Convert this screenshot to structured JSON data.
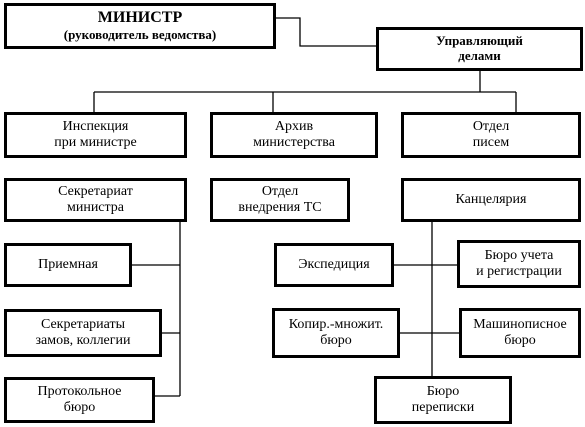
{
  "org_chart": {
    "minister": {
      "line1": "МИНИСТР",
      "line2": "(руководитель ведомства)"
    },
    "manager": {
      "line1": "Управляющий",
      "line2": "делами"
    },
    "inspection": {
      "line1": "Инспекция",
      "line2": "при министре"
    },
    "archive": {
      "line1": "Архив",
      "line2": "министерства"
    },
    "letters_dept": {
      "line1": "Отдел",
      "line2": "писем"
    },
    "secretariat": {
      "line1": "Секретариат",
      "line2": "министра"
    },
    "tc_dept": {
      "line1": "Отдел",
      "line2": "внедрения ТС"
    },
    "chancellery": {
      "line1": "Канцелярия"
    },
    "reception": {
      "line1": "Приемная"
    },
    "deputies_secretariats": {
      "line1": "Секретариаты",
      "line2": "замов, коллегии"
    },
    "protocol_bureau": {
      "line1": "Протокольное",
      "line2": "бюро"
    },
    "expedition": {
      "line1": "Экспедиция"
    },
    "registration_bureau": {
      "line1": "Бюро учета",
      "line2": "и регистрации"
    },
    "copy_bureau": {
      "line1": "Копир.-множит.",
      "line2": "бюро"
    },
    "typing_bureau": {
      "line1": "Машинописное",
      "line2": "бюро"
    },
    "correspondence_bureau": {
      "line1": "Бюро",
      "line2": "переписки"
    }
  }
}
